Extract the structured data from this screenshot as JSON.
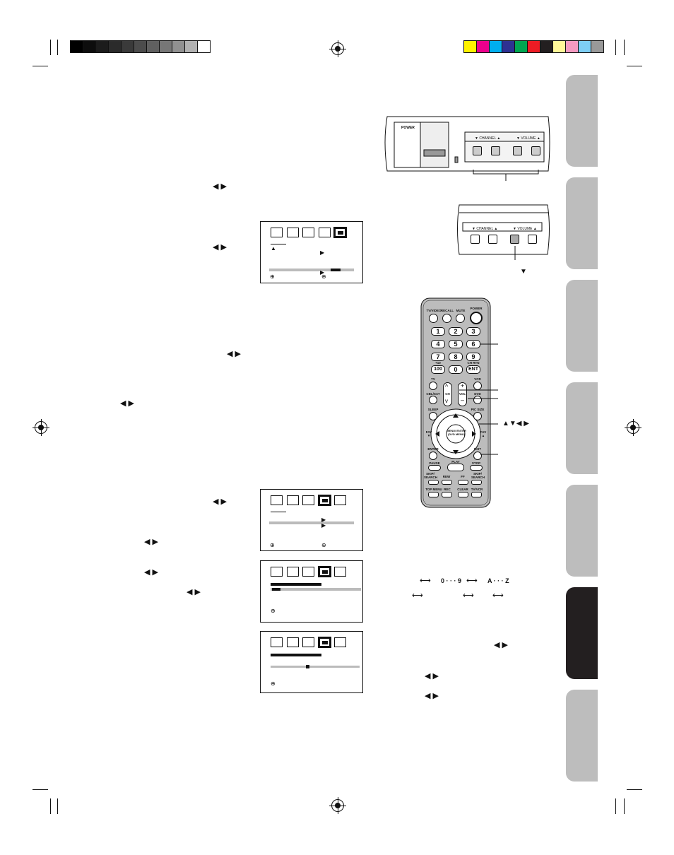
{
  "tv": {
    "power_label": "POWER",
    "channel_label": "▼ CHANNEL ▲",
    "volume_label": "▼ VOLUME ▲",
    "down_arrow": "▼"
  },
  "remote": {
    "row1": [
      "TV/VIDEO",
      "RECALL",
      "MUTE",
      "POWER"
    ],
    "digits": [
      "1",
      "2",
      "3",
      "4",
      "5",
      "6",
      "7",
      "8",
      "9"
    ],
    "plus10": "+10",
    "chrtn": "CH RTN",
    "hundred": "100",
    "zero": "0",
    "ent": "ENT",
    "tv": "TV",
    "vcr": "VCR",
    "cblsat": "CBL/SAT",
    "dvd": "DVD",
    "ch": "CH",
    "vol": "VOL",
    "sleep": "SLEEP",
    "picsize": "PIC SIZE",
    "fav_down": "FAV ▼",
    "fav_up": "FAV ▲",
    "menu": "MENU/ ENTER (DVD MENU)",
    "enter": "ENTER",
    "exit": "EXIT",
    "pause": "PAUSE",
    "play": "PLAY",
    "stop": "STOP",
    "skip_back": "SKIP/ SEARCH",
    "rew": "REW",
    "ff": "FF",
    "skip_fwd": "SKIP/ SEARCH",
    "top_menu": "TOP MENU",
    "rec": "REC",
    "clear": "CLEAR",
    "tvvcr": "TV/VCR"
  },
  "callouts": {
    "arrows": "▲▼◀ ▶"
  },
  "chars": {
    "digits_range": "0 · · · 9",
    "letters_range": "A · · · Z"
  },
  "lr_arrows": "◀  ▶",
  "colors": {
    "active_tab": "#231f20",
    "inactive_tab": "#bdbdbd"
  }
}
